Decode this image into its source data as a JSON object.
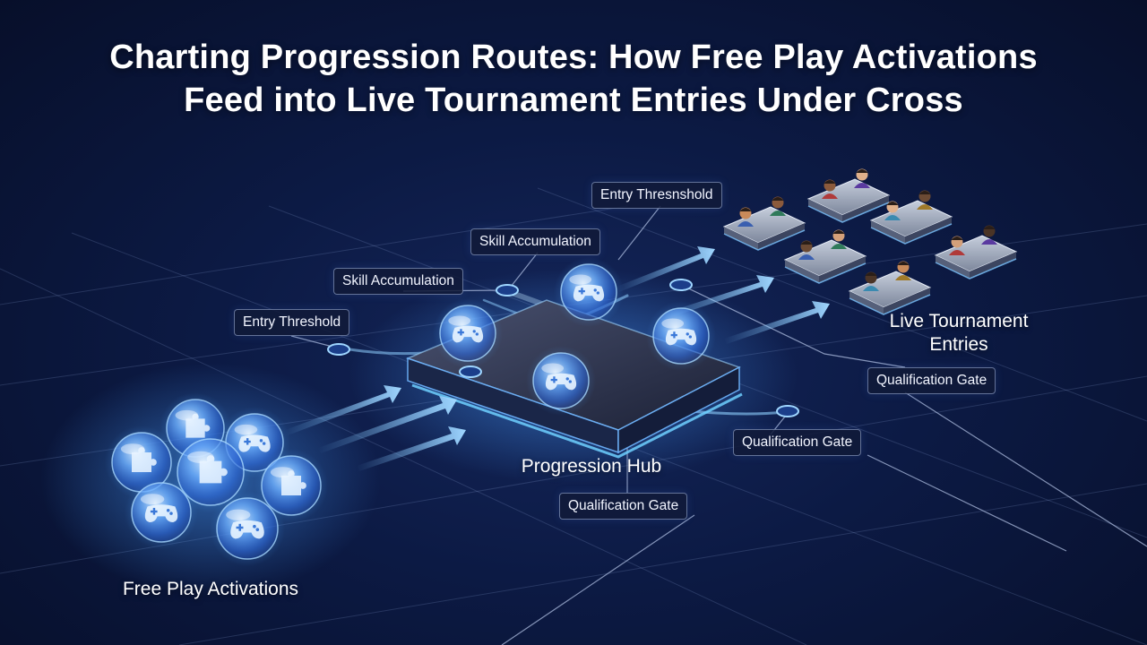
{
  "title_line1": "Charting Progression Routes: How Free Play Activations",
  "title_line2": "Feed into Live Tournament Entries Under Cross",
  "nodes": {
    "free_play": "Free Play Activations",
    "hub": "Progression Hub",
    "live_line1": "Live Tournament",
    "live_line2": "Entries"
  },
  "labels": {
    "entry_threshold": "Entry Threshold",
    "skill_accumulation_left": "Skill Accumulation",
    "skill_accumulation_top": "Skill Accumulation",
    "entry_threshold_top": "Entry Thresnshold",
    "qualification_gate_right": "Qualification Gate",
    "qualification_gate_middle": "Qualification Gate",
    "qualification_gate_bottom": "Qualification Gate"
  },
  "icons": {
    "free_play_orbs": [
      "puzzle-icon",
      "puzzle-icon",
      "gamepad-icon",
      "puzzle-icon",
      "gamepad-icon",
      "puzzle-icon",
      "gamepad-icon"
    ],
    "hub_orbs": [
      "gamepad-icon",
      "gamepad-icon",
      "gamepad-icon",
      "gamepad-icon"
    ],
    "player_avatars": "avatar-icon"
  },
  "colors": {
    "background": "#0c1a44",
    "glow": "#5aa8ff",
    "arrow": "#7cc4ff",
    "grid": "#8aa0d0"
  }
}
